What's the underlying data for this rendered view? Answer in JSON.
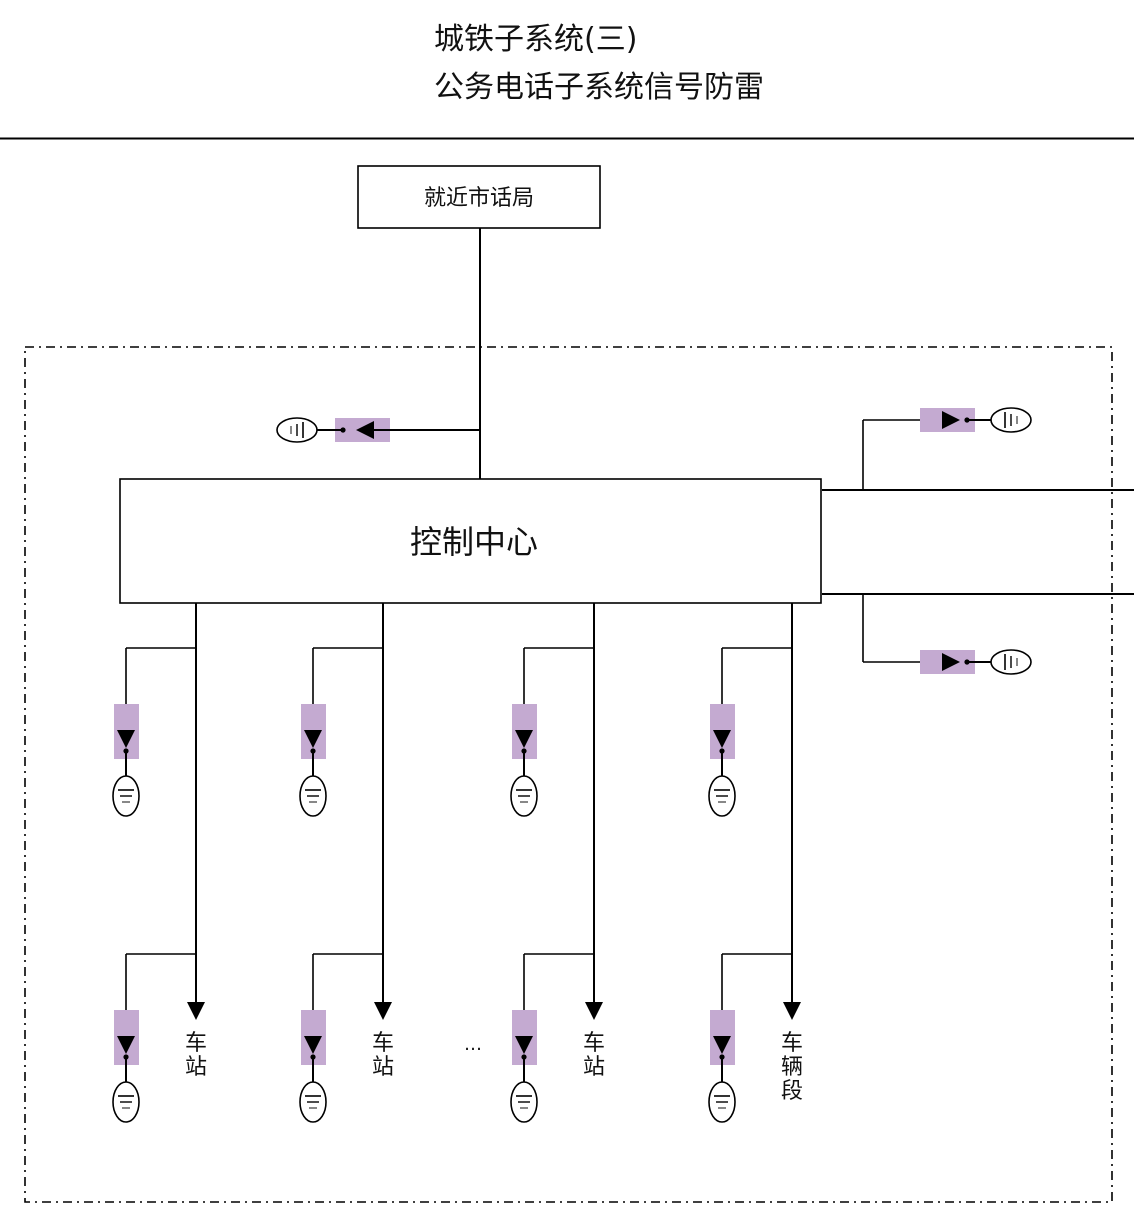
{
  "title": {
    "line1": "城铁子系统(三)",
    "line2": "公务电话子系统信号防雷"
  },
  "nodes": {
    "local_exchange": "就近市话局",
    "control_center": "控制中心"
  },
  "branches": [
    {
      "label": [
        "车",
        "站"
      ]
    },
    {
      "label": [
        "车",
        "站"
      ]
    },
    {
      "label": [
        "车",
        "站"
      ]
    },
    {
      "label": [
        "车",
        "辆",
        "段"
      ]
    }
  ],
  "ellipsis": "…",
  "colors": {
    "protector": "#c4aad1",
    "line": "#000000",
    "boundary": "#000000"
  },
  "legend_semantics": {
    "protector": "surge-protector",
    "ground": "ground-symbol"
  }
}
